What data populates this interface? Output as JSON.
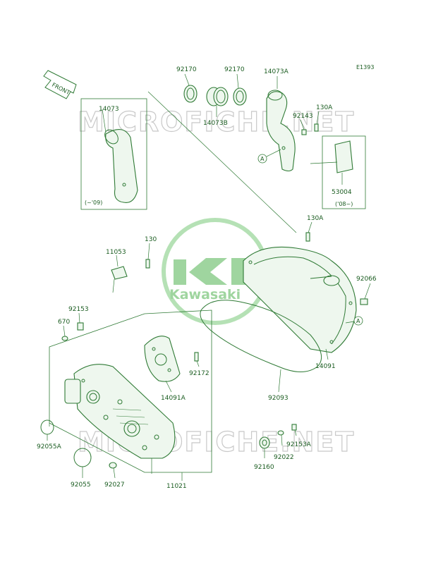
{
  "diagram_code": "E1393",
  "front_label": "FRONT",
  "watermark": {
    "text": "MICROFICHE.NET",
    "logo_text": "Kawasaki"
  },
  "callout_letter": "A",
  "labels": {
    "p92170a": "92170",
    "p92170b": "92170",
    "p14073A": "14073A",
    "p14073": "14073",
    "p14073B": "14073B",
    "p92143": "92143",
    "p130A_top": "130A",
    "p53004": "53004",
    "note_09": "(~'09)",
    "note_08": "('08~)",
    "p130A_mid": "130A",
    "p11053": "11053",
    "p130": "130",
    "p92066": "92066",
    "p92153": "92153",
    "p670": "670",
    "p14091": "14091",
    "p92172": "92172",
    "p14091A": "14091A",
    "p92093": "92093",
    "p92055A": "92055A",
    "p92153A": "92153A",
    "p92022": "92022",
    "p92160": "92160",
    "p92055": "92055",
    "p92027": "92027",
    "p11021": "11021"
  }
}
